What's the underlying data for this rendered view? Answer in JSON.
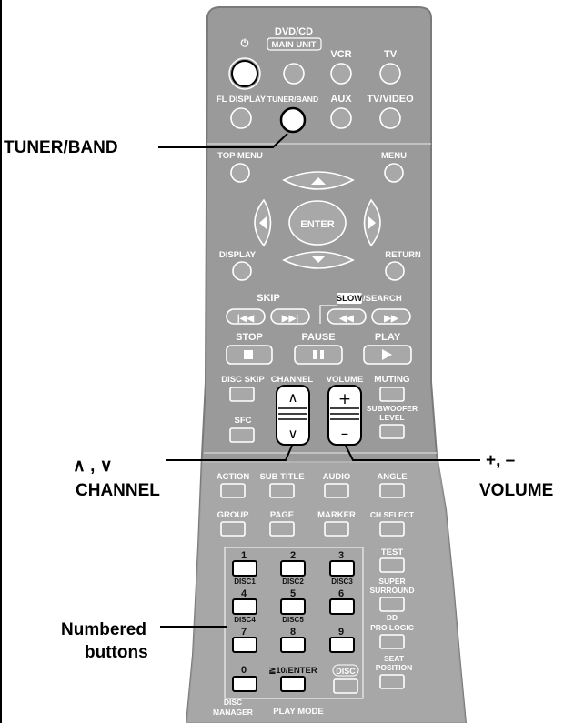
{
  "callouts": {
    "tuner_band": "TUNER/BAND",
    "channel_symbols": "∧ , ∨",
    "channel": "CHANNEL",
    "volume_symbols": "+, –",
    "volume": "VOLUME",
    "numbered_1": "Numbered",
    "numbered_2": "buttons"
  },
  "remote": {
    "power": "⏻",
    "dvd_cd": "DVD/CD",
    "main_unit": "MAIN UNIT",
    "vcr": "VCR",
    "tv": "TV",
    "fl_display": "FL DISPLAY",
    "tuner_band": "TUNER/BAND",
    "aux": "AUX",
    "tv_video": "TV/VIDEO",
    "top_menu": "TOP MENU",
    "menu": "MENU",
    "enter": "ENTER",
    "display": "DISPLAY",
    "return": "RETURN",
    "skip": "SKIP",
    "slow": "SLOW",
    "search": "/SEARCH",
    "stop": "STOP",
    "pause": "PAUSE",
    "play": "PLAY",
    "disc_skip": "DISC SKIP",
    "channel": "CHANNEL",
    "volume": "VOLUME",
    "muting": "MUTING",
    "sfc": "SFC",
    "subwoofer": "SUBWOOFER",
    "level": "LEVEL",
    "ch_up": "∧",
    "ch_down": "∨",
    "vol_up": "+",
    "vol_down": "–",
    "action": "ACTION",
    "sub_title": "SUB TITLE",
    "audio": "AUDIO",
    "angle": "ANGLE",
    "group": "GROUP",
    "page": "PAGE",
    "marker": "MARKER",
    "ch_select": "CH SELECT",
    "test": "TEST",
    "super": "SUPER",
    "surround": "SURROUND",
    "dolby": "DD",
    "pro_logic": "PRO LOGIC",
    "seat": "SEAT",
    "position": "POSITION",
    "disc": "DISC",
    "disc_manager_1": "DISC",
    "disc_manager_2": "MANAGER",
    "play_mode": "PLAY MODE",
    "num": [
      "1",
      "2",
      "3",
      "4",
      "5",
      "6",
      "7",
      "8",
      "9",
      "0",
      "≧10/ENTER"
    ],
    "disc_labels": [
      "DISC1",
      "DISC2",
      "DISC3",
      "DISC4",
      "DISC5"
    ]
  }
}
